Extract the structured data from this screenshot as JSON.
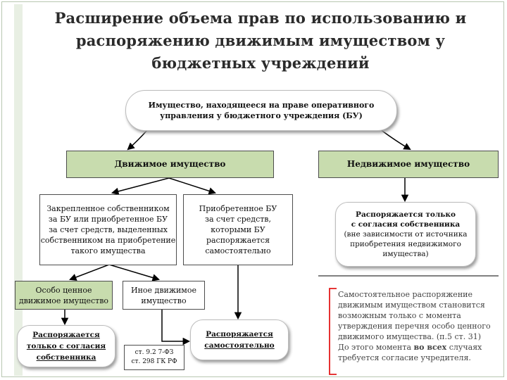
{
  "title": {
    "line1": "Расширение объема прав по использованию и",
    "line2": "распоряжению движимым имуществом у",
    "line3": "бюджетных учреждений"
  },
  "root": {
    "line1": "Имущество, находящееся на праве оперативного",
    "line2": "управления у бюджетного учреждения (БУ)"
  },
  "movable": "Движимое имущество",
  "immovable": "Недвижимое имущество",
  "assigned": {
    "line1": "Закрепленное собственником",
    "line2": "за БУ или приобретенное БУ",
    "line3": "за счет средств, выделенных",
    "line4": "собственником на приобретение",
    "line5": "такого имущества"
  },
  "acquired": {
    "line1": "Приобретенное БУ",
    "line2": "за счет средств,",
    "line3": "которыми БУ",
    "line4": "распоряжается",
    "line5": "самостоятельно"
  },
  "immovable_rule": {
    "bold1": "Распоряжается только",
    "bold2": "с согласия собственника",
    "line3": "(вне зависимости от источника",
    "line4": "приобретения недвижимого",
    "line5": "имущества)"
  },
  "valuable": {
    "line1": "Особо ценное",
    "line2": "движимое имущество"
  },
  "other": {
    "line1": "Иное движимое",
    "line2": "имущество"
  },
  "owner_consent": {
    "line1": "Распоряжается",
    "line2": "только с согласия",
    "line3": "собственника"
  },
  "law": {
    "line1": "ст. 9.2 7-ФЗ",
    "line2": "ст. 298 ГК РФ"
  },
  "independent": {
    "line1": "Распоряжается",
    "line2": "самостоятельно"
  },
  "note": {
    "line1": "Самостоятельное распоряжение",
    "line2": "движимым имуществом становится",
    "line3": "возможным только с момента",
    "line4": "утверждения перечня особо ценного",
    "line5": "движимого имущества. (п.5 ст. 31)",
    "line6_pre": "До этого момента ",
    "line6_bold": "во всех",
    "line6_post": " случаях",
    "line7": "требуется согласие учредителя."
  },
  "colors": {
    "green_fill": "#c8dcae",
    "note_bracket": "#e31b1b",
    "note_text": "#444444"
  }
}
